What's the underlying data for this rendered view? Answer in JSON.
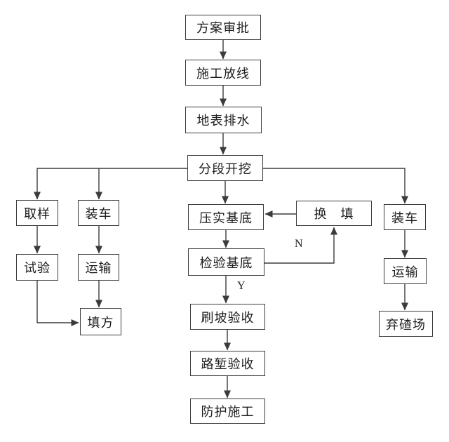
{
  "diagram": {
    "type": "flowchart",
    "colors": {
      "background": "#ffffff",
      "line": "#3c3c3c",
      "text": "#1c1c1c"
    },
    "nodes": {
      "plan_approval": {
        "label": "方案审批"
      },
      "setting_out": {
        "label": "施工放线"
      },
      "surface_drainage": {
        "label": "地表排水"
      },
      "staged_excavation": {
        "label": "分段开挖"
      },
      "compact_subgrade": {
        "label": "压实基底"
      },
      "inspect_subgrade": {
        "label": "检验基底"
      },
      "slope_acceptance": {
        "label": "刷坡验收"
      },
      "cutting_acceptance": {
        "label": "路堑验收"
      },
      "protection_construction": {
        "label": "防护施工"
      },
      "replacement_fill": {
        "label": "换　填"
      },
      "sampling": {
        "label": "取样"
      },
      "loading_left": {
        "label": "装车"
      },
      "testing": {
        "label": "试验"
      },
      "transport_left": {
        "label": "运输"
      },
      "filling": {
        "label": "填方"
      },
      "loading_right": {
        "label": "装车"
      },
      "transport_right": {
        "label": "运输"
      },
      "spoil_yard": {
        "label": "弃碴场"
      }
    },
    "edge_labels": {
      "fail": "N",
      "pass": "Y"
    }
  }
}
